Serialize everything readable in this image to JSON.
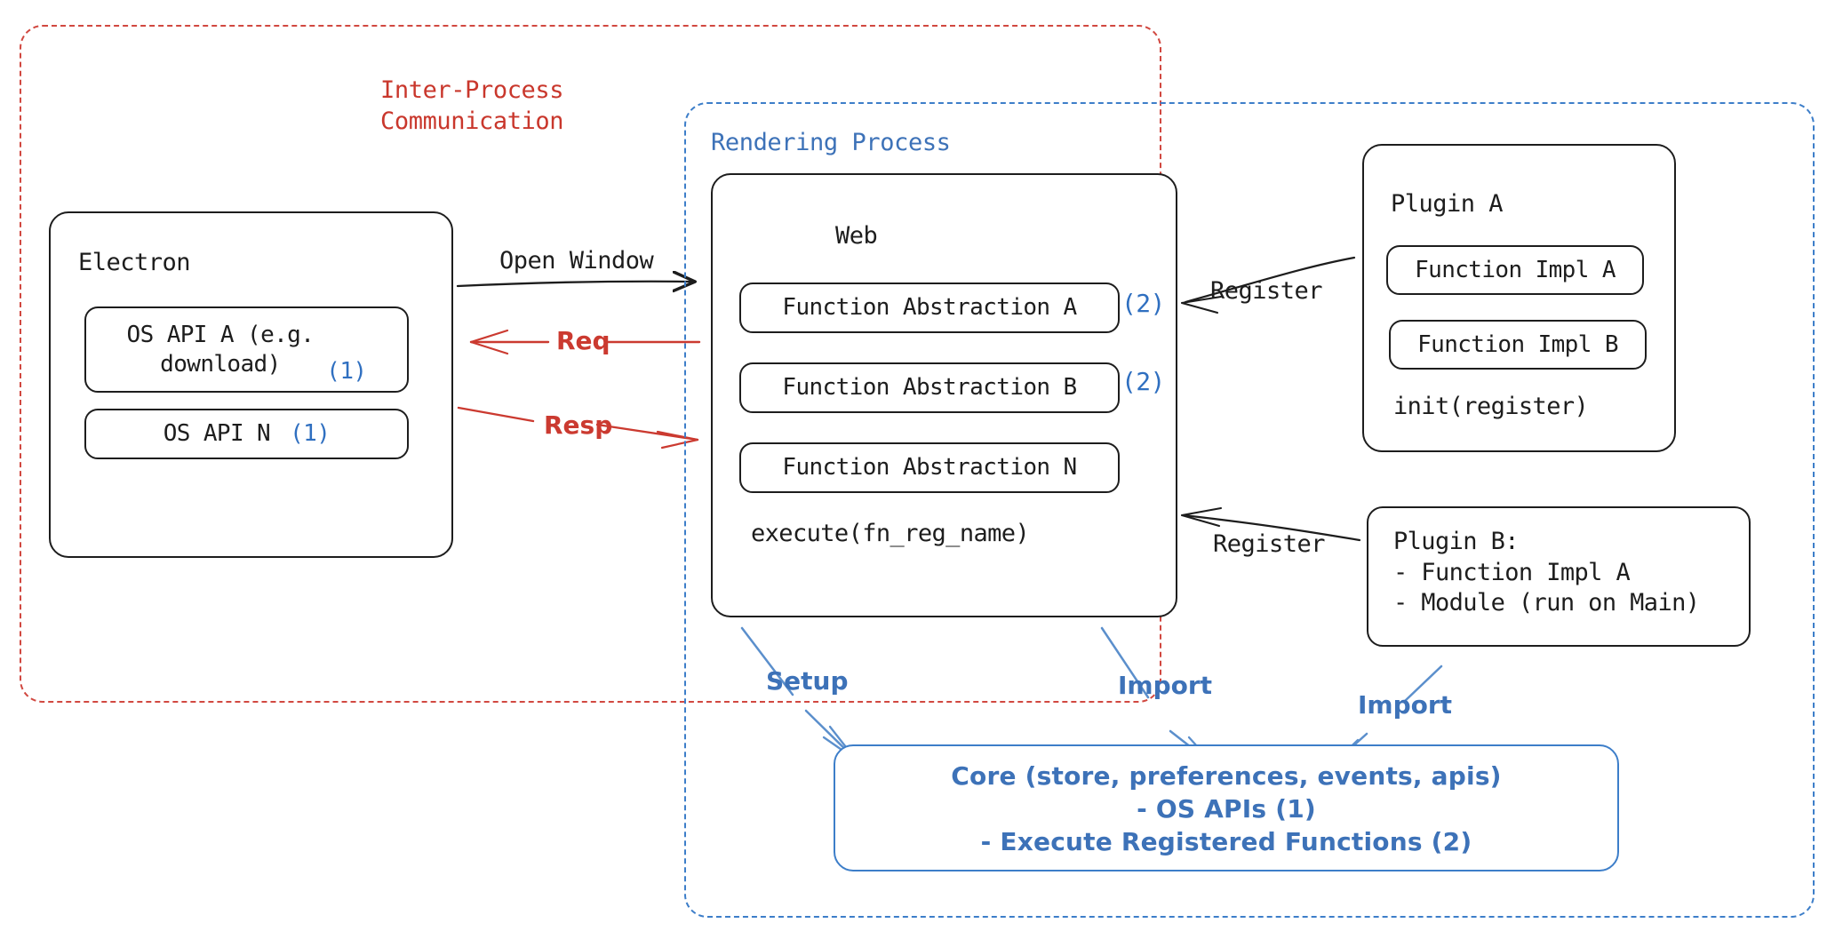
{
  "diagram": {
    "title": "Electron plugin architecture",
    "colors": {
      "red": "#cb3a30",
      "blue": "#3d72b8",
      "blue_stroke": "#3d7ec9",
      "black": "#1d1d1d"
    },
    "groups": {
      "ipc": {
        "label": "Inter-Process\nCommunication",
        "border": "#d14840",
        "style": "dashed"
      },
      "rendering": {
        "label": "Rendering Process",
        "border": "#3d7ec9",
        "style": "dashed"
      }
    },
    "electron": {
      "title": "Electron",
      "items": [
        {
          "label": "OS API A (e.g.\ndownload)",
          "tag": "(1)"
        },
        {
          "label": "OS API N",
          "tag": "(1)"
        }
      ]
    },
    "web": {
      "title": "Web",
      "abstractions": [
        {
          "label": "Function Abstraction A",
          "tag": "(2)"
        },
        {
          "label": "Function Abstraction B",
          "tag": "(2)"
        },
        {
          "label": "Function Abstraction N",
          "tag": ""
        }
      ],
      "footer": "execute(fn_reg_name)"
    },
    "plugin_a": {
      "title": "Plugin A",
      "items": [
        "Function Impl A",
        "Function Impl B"
      ],
      "footer": "init(register)"
    },
    "plugin_b": {
      "text": "Plugin B:\n- Function Impl A\n- Module (run on Main)"
    },
    "core": {
      "text": "Core (store, preferences, events, apis)\n- OS APIs (1)\n- Execute Registered Functions (2)"
    },
    "edges": {
      "open_window": "Open Window",
      "req": "Req",
      "resp": "Resp",
      "register_plugin_a": "Register",
      "register_plugin_b": "Register",
      "setup": "Setup",
      "import_web": "Import",
      "import_plugin_b": "Import"
    }
  }
}
